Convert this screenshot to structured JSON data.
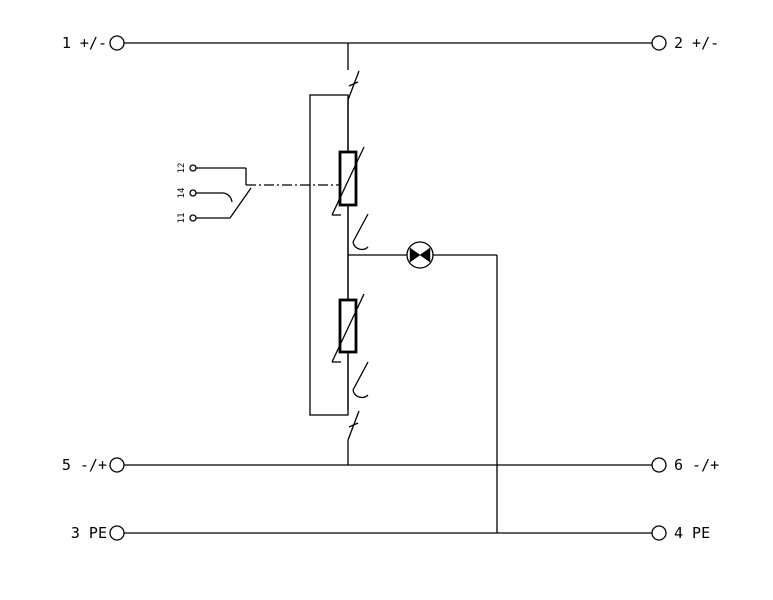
{
  "diagram": {
    "kind": "surge-protection-device-wiring-schematic",
    "colors": {
      "line": "#000000",
      "background": "#ffffff"
    },
    "terminals": {
      "t1": {
        "label": "1 +/-"
      },
      "t2": {
        "label": "2 +/-"
      },
      "t5": {
        "label": "5 -/+"
      },
      "t6": {
        "label": "6 -/+"
      },
      "t3": {
        "label": "3 PE"
      },
      "t4": {
        "label": "4 PE"
      }
    },
    "remote_signal_contacts": {
      "c12": {
        "label": "12"
      },
      "c14": {
        "label": "14"
      },
      "c11": {
        "label": "11"
      }
    },
    "symbols": [
      "enclosure-outline",
      "thermal-disconnect-top",
      "varistor-top",
      "status-indicator-top",
      "gas-discharge-tube",
      "varistor-bottom",
      "status-indicator-bottom",
      "thermal-disconnect-bottom",
      "changeover-contact",
      "mechanical-linkage"
    ]
  }
}
